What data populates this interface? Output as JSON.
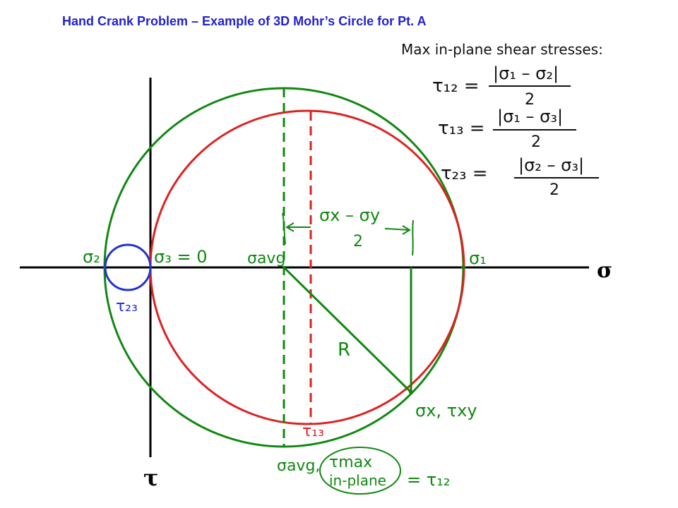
{
  "title": "Hand Crank Problem – Example of 3D Mohr’s Circle for Pt. A",
  "colors": {
    "title": "#2222cc",
    "outer_circle": "#118811",
    "middle_circle": "#dd2222",
    "small_circle": "#2233cc",
    "axes": "#000000",
    "annotations": "#118811"
  },
  "axes": {
    "sigma_label": "σ",
    "tau_label": "τ"
  },
  "notes": {
    "heading": "Max in-plane shear stresses:",
    "tau12_lhs": "τ₁₂ =",
    "tau12_num": "|σ₁ – σ₂|",
    "tau12_den": "2",
    "tau13_lhs": "τ₁₃ =",
    "tau13_num": "|σ₁ – σ₃|",
    "tau13_den": "2",
    "tau23_lhs": "τ₂₃ =",
    "tau23_num": "|σ₂ – σ₃|",
    "tau23_den": "2"
  },
  "labels": {
    "sigma2": "σ₂",
    "sigma3": "σ₃ = 0",
    "sigma_avg": "σavg",
    "sigma1": "σ₁",
    "tau23": "τ₂₃",
    "half_diff_num": "σx – σy",
    "half_diff_den": "2",
    "radius": "R",
    "point_a": "σx, τxy",
    "tau13": "τ₁₃",
    "bottom_left": "σavg,",
    "tau_max_line1": "τmax",
    "tau_max_line2": "in-plane",
    "equals_tau12": "= τ₁₂"
  }
}
